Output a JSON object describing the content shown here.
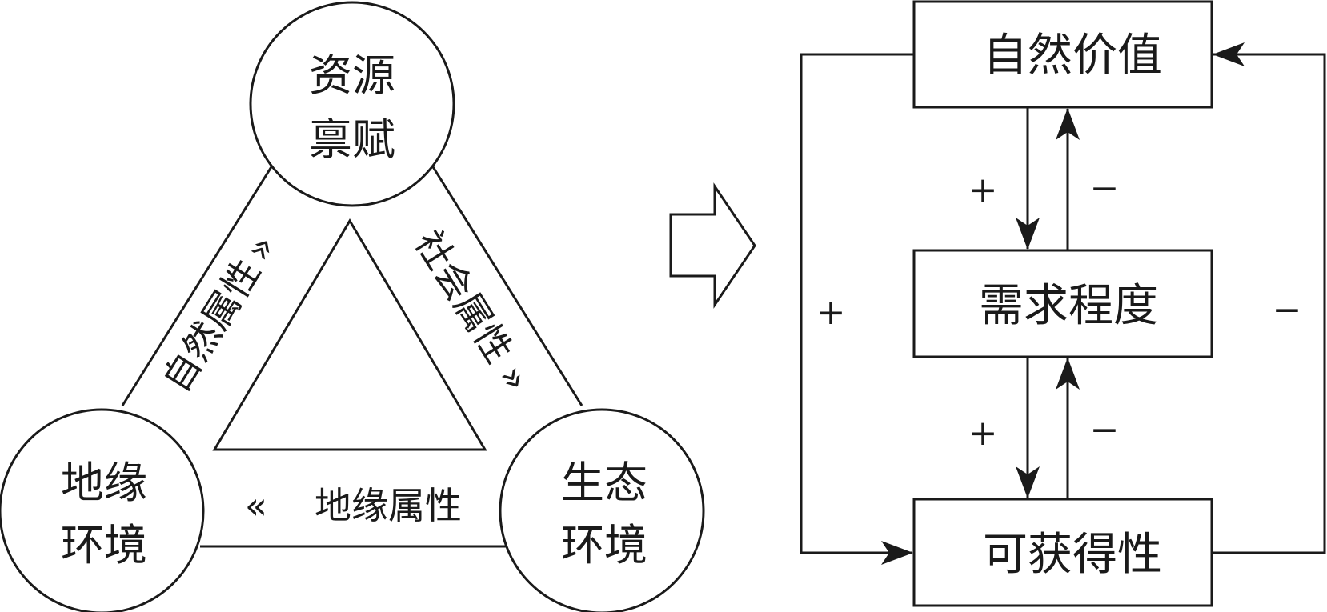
{
  "left": {
    "nodes": {
      "top": {
        "line1": "资源",
        "line2": "禀赋"
      },
      "left": {
        "line1": "地缘",
        "line2": "环境"
      },
      "right": {
        "line1": "生态",
        "line2": "环境"
      }
    },
    "edges": {
      "left": "自然属性",
      "right": "社会属性",
      "bottom": "地缘属性"
    },
    "chevrons": {
      "forward": "»",
      "backward": "«"
    }
  },
  "right": {
    "boxes": {
      "top": "自然价值",
      "middle": "需求程度",
      "bottom": "可获得性"
    },
    "signs": {
      "top_down": "+",
      "top_up": "−",
      "bottom_down": "+",
      "bottom_up": "−",
      "outer_left": "+",
      "outer_right": "−"
    }
  },
  "colors": {
    "line": "#1a1a1a",
    "background": "#ffffff"
  }
}
